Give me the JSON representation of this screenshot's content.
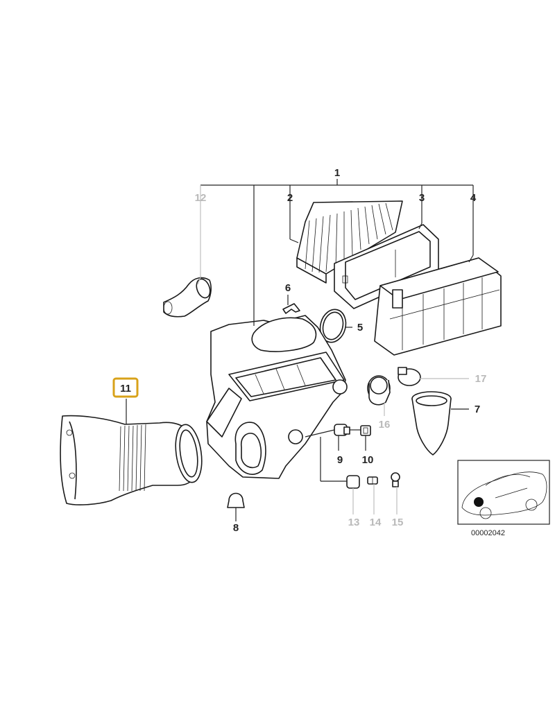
{
  "diagram_code": "00002042",
  "highlighted_part": "11",
  "labels": {
    "p1": "1",
    "p2": "2",
    "p3": "3",
    "p4": "4",
    "p5": "5",
    "p6": "6",
    "p7": "7",
    "p8": "8",
    "p9": "9",
    "p10": "10",
    "p11": "11",
    "p12": "12",
    "p13": "13",
    "p14": "14",
    "p15": "15",
    "p16": "16",
    "p17": "17"
  },
  "colors": {
    "highlight": "#d8a21a",
    "inactive_label": "#b9b9b9",
    "line": "#222222"
  }
}
